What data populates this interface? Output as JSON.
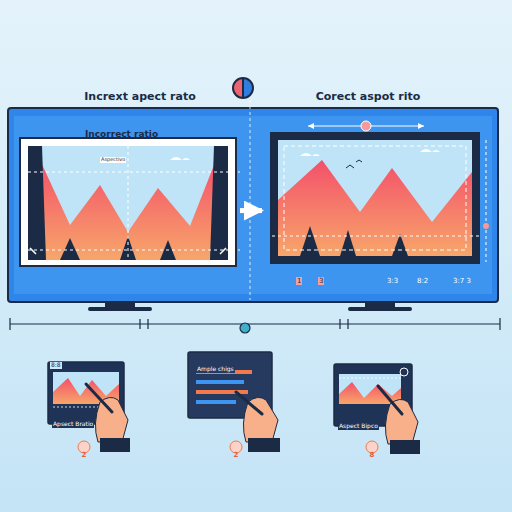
{
  "diagram": {
    "nodes": [
      {
        "text": [
          "Incorrect ratio",
          "Aspectivo"
        ]
      },
      {
        "text": [
          "1",
          "3",
          "3:3",
          "8:2",
          "3:7 3"
        ]
      },
      {
        "text": [
          "8:8",
          "Apsect Bratio"
        ]
      },
      {
        "text": [
          "Ample chigs"
        ]
      },
      {
        "text": [
          "Aspect Bipco"
        ]
      }
    ],
    "edges": [
      {
        "from": 0,
        "to": 1,
        "arrow": "to"
      }
    ],
    "labels": [
      "Incrext apect rato",
      "Corect aspot rito",
      "2",
      "2",
      "8"
    ]
  }
}
